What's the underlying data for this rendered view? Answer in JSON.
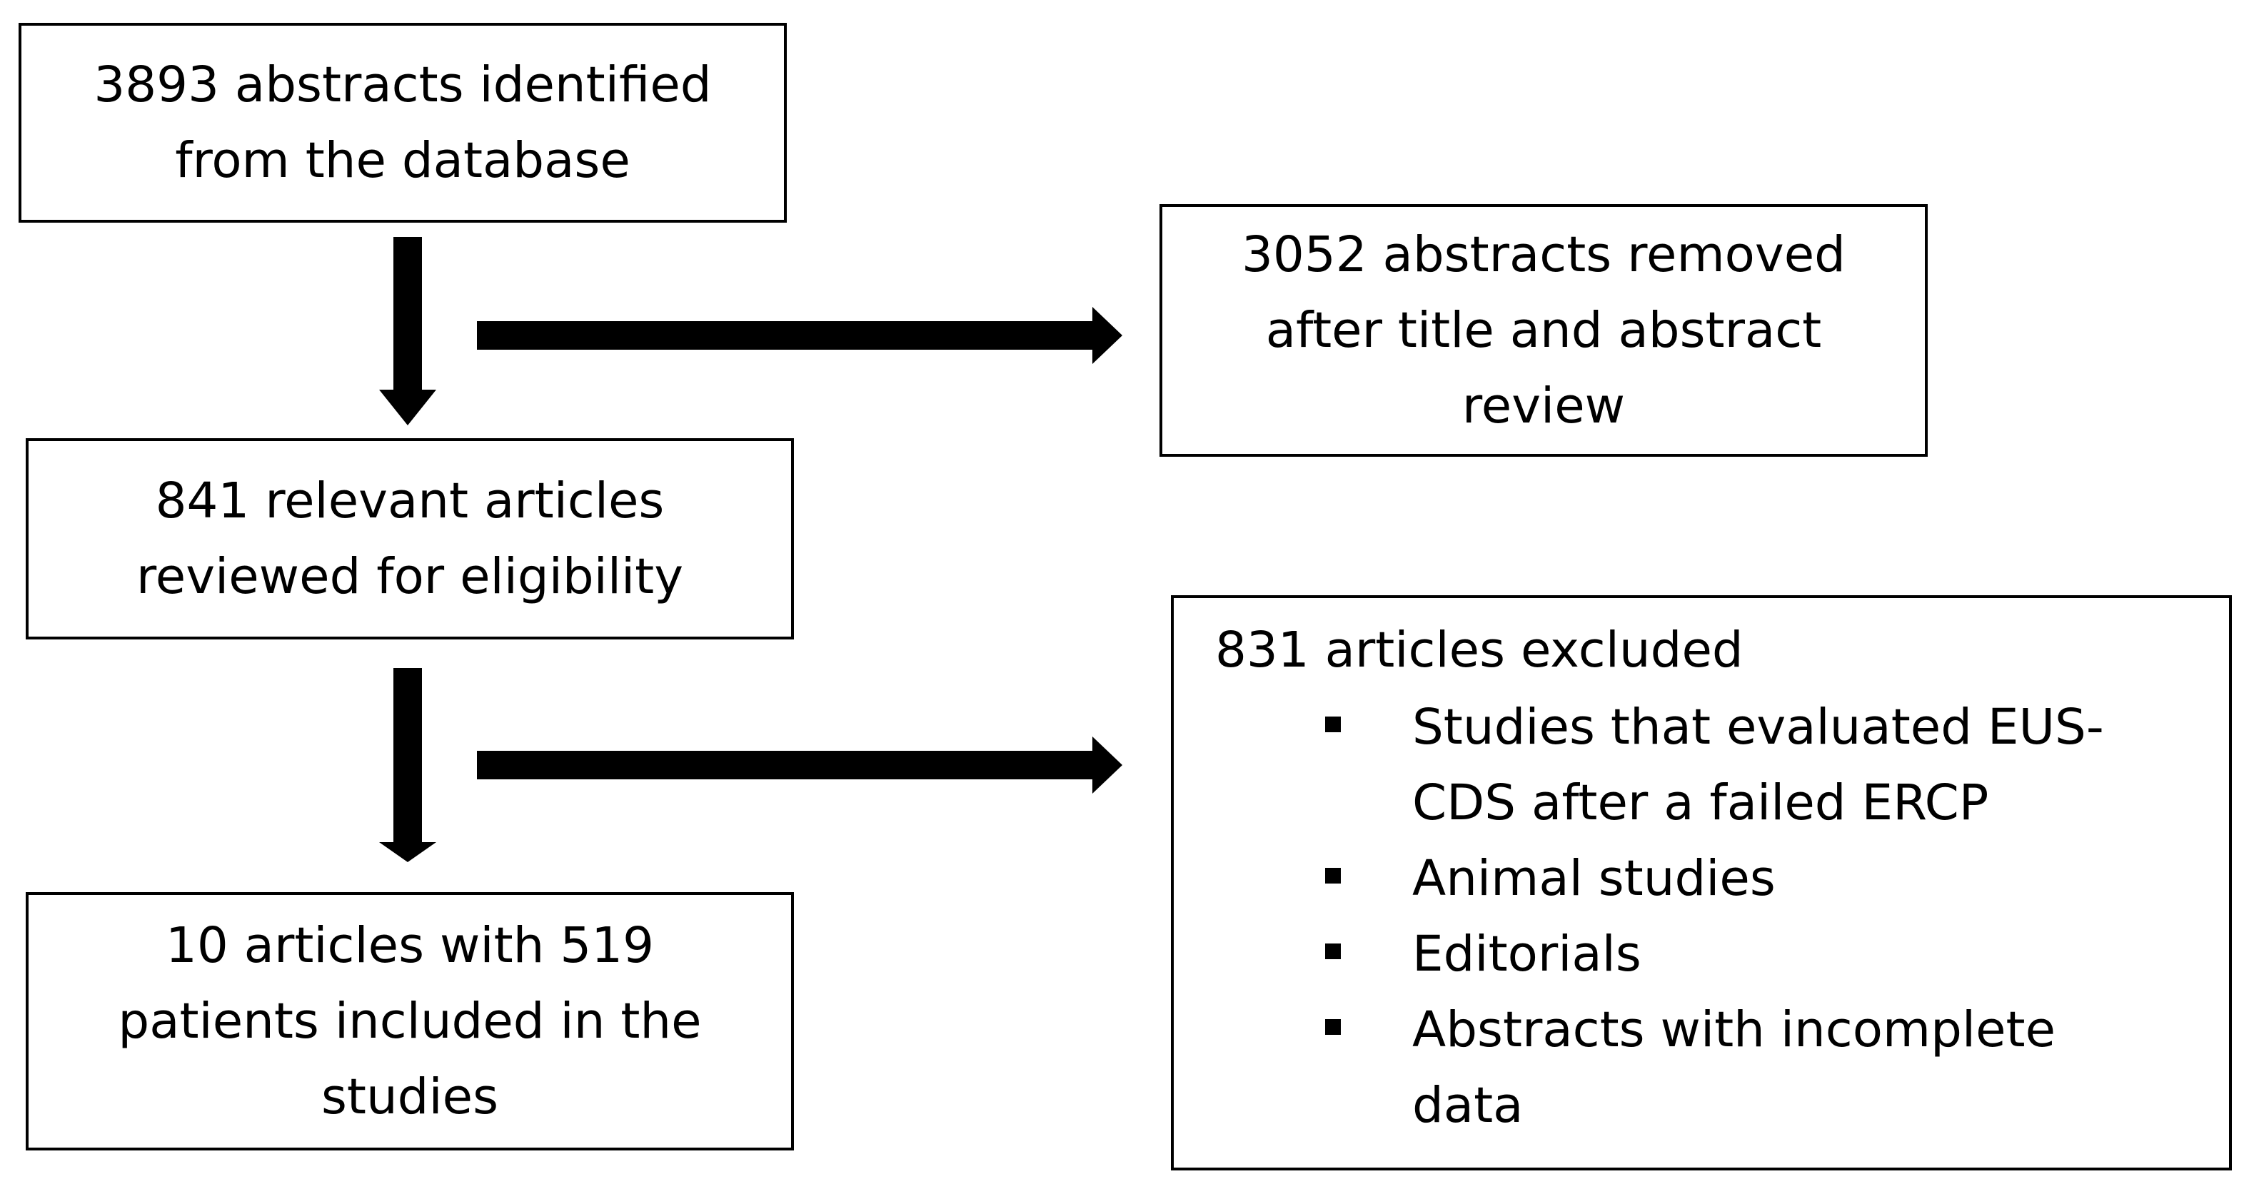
{
  "boxes": {
    "identified": {
      "lines": [
        "3893 abstracts identified",
        "from the database"
      ]
    },
    "removed": {
      "lines": [
        "3052 abstracts removed",
        "after title and abstract",
        "review"
      ]
    },
    "eligible": {
      "lines": [
        "841 relevant articles",
        "reviewed for eligibility"
      ]
    },
    "included": {
      "lines": [
        "10 articles with 519",
        "patients included in the",
        "studies"
      ]
    },
    "excluded": {
      "heading": "831 articles excluded",
      "reasons": [
        {
          "lines": [
            "Studies that evaluated EUS-",
            "CDS after a failed ERCP"
          ]
        },
        {
          "lines": [
            "Animal studies"
          ]
        },
        {
          "lines": [
            "Editorials"
          ]
        },
        {
          "lines": [
            "Abstracts with incomplete",
            "data"
          ]
        }
      ]
    }
  },
  "arrows": [
    {
      "name": "arrow-identified-to-eligible",
      "direction": "down"
    },
    {
      "name": "arrow-to-removed",
      "direction": "right"
    },
    {
      "name": "arrow-eligible-to-included",
      "direction": "down"
    },
    {
      "name": "arrow-to-excluded",
      "direction": "right"
    }
  ],
  "colors": {
    "stroke": "#000000",
    "background": "#ffffff"
  }
}
